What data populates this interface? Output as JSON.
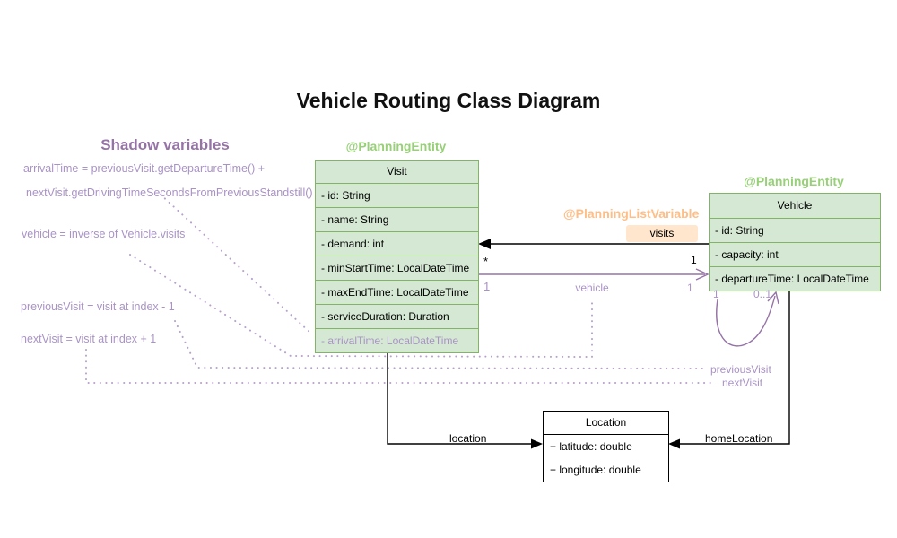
{
  "title": "Vehicle Routing Class Diagram",
  "shadow": {
    "heading": "Shadow variables",
    "lines": [
      "arrivalTime = previousVisit.getDepartureTime() +",
      "nextVisit.getDrivingTimeSecondsFromPreviousStandstill()",
      "vehicle = inverse of Vehicle.visits",
      "previousVisit = visit at index - 1",
      "nextVisit = visit at index + 1"
    ]
  },
  "annotations": {
    "visit_entity": "@PlanningEntity",
    "vehicle_entity": "@PlanningEntity",
    "list_variable": "@PlanningListVariable"
  },
  "classes": {
    "visit": {
      "name": "Visit",
      "attributes": [
        "- id: String",
        "- name: String",
        "- demand: int",
        "- minStartTime: LocalDateTime",
        "- maxEndTime: LocalDateTime",
        "- serviceDuration: Duration",
        "- arrivalTime: LocalDateTime"
      ]
    },
    "vehicle": {
      "name": "Vehicle",
      "attributes": [
        "- id: String",
        "- capacity: int",
        "- departureTime: LocalDateTime"
      ]
    },
    "location": {
      "name": "Location",
      "attributes": [
        "+ latitude: double",
        "+ longitude: double"
      ]
    }
  },
  "relations": {
    "visits": {
      "label": "visits",
      "mult_visit_end": "*",
      "mult_vehicle_end": "1"
    },
    "vehicle": {
      "label": "vehicle",
      "mult_visit_end": "1",
      "mult_vehicle_end": "1"
    },
    "chain": {
      "mult_start": "1",
      "mult_end": "0..1",
      "label_previous": "previousVisit",
      "label_next": "nextVisit"
    },
    "location": {
      "label": "location"
    },
    "home_location": {
      "label": "homeLocation"
    }
  },
  "colors": {
    "class_fill_green": "#d5e8d4",
    "class_border_green": "#82b366",
    "annotation_green": "#97d077",
    "annotation_orange": "#ffbe85",
    "visits_chip_fill": "#ffe6cc",
    "purple": "#9673a6",
    "light_purple": "#a993c5",
    "dotted_line": "#b7a0cb",
    "black": "#000000"
  }
}
